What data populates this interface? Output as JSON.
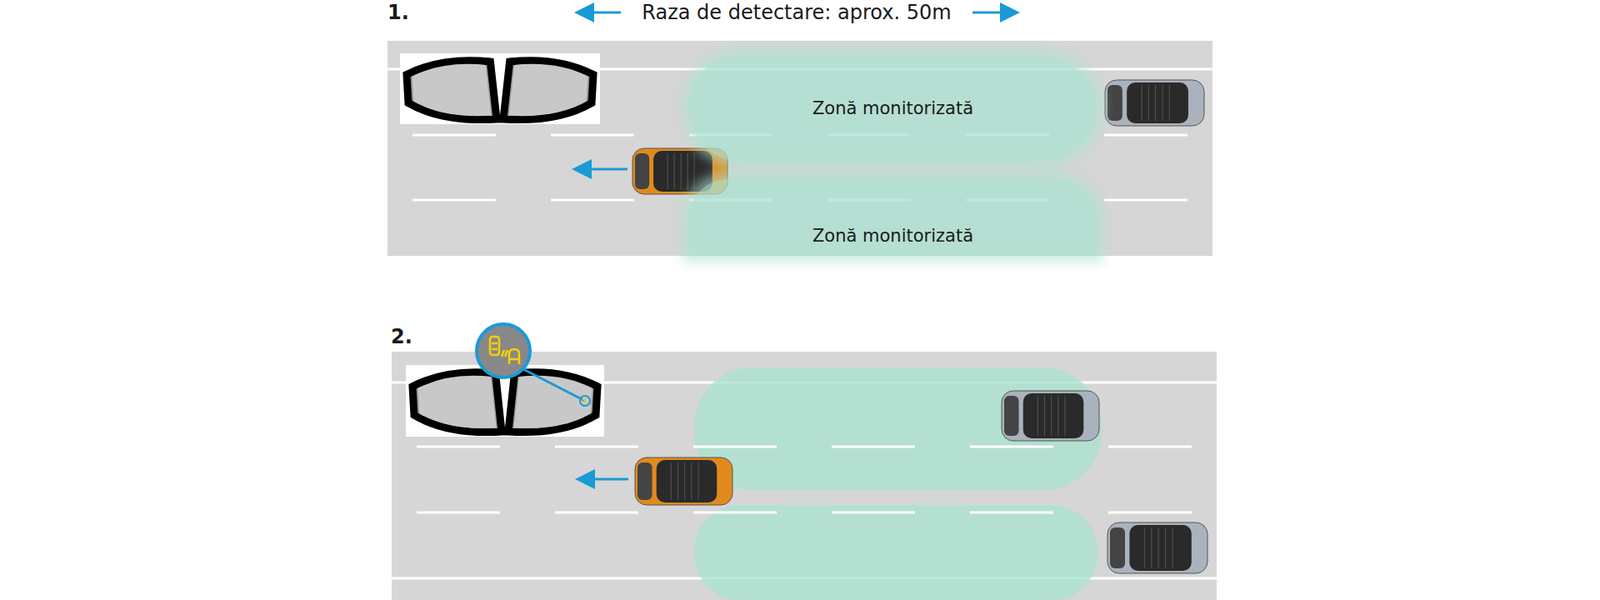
{
  "diagram": {
    "nodes": [
      {
        "text": [
          "Zonă monitorizată"
        ]
      },
      {
        "text": [
          "Zonă monitorizată"
        ]
      }
    ],
    "labels": [
      "1.",
      "Raza de detectare: aprox. 50m",
      "2."
    ]
  }
}
